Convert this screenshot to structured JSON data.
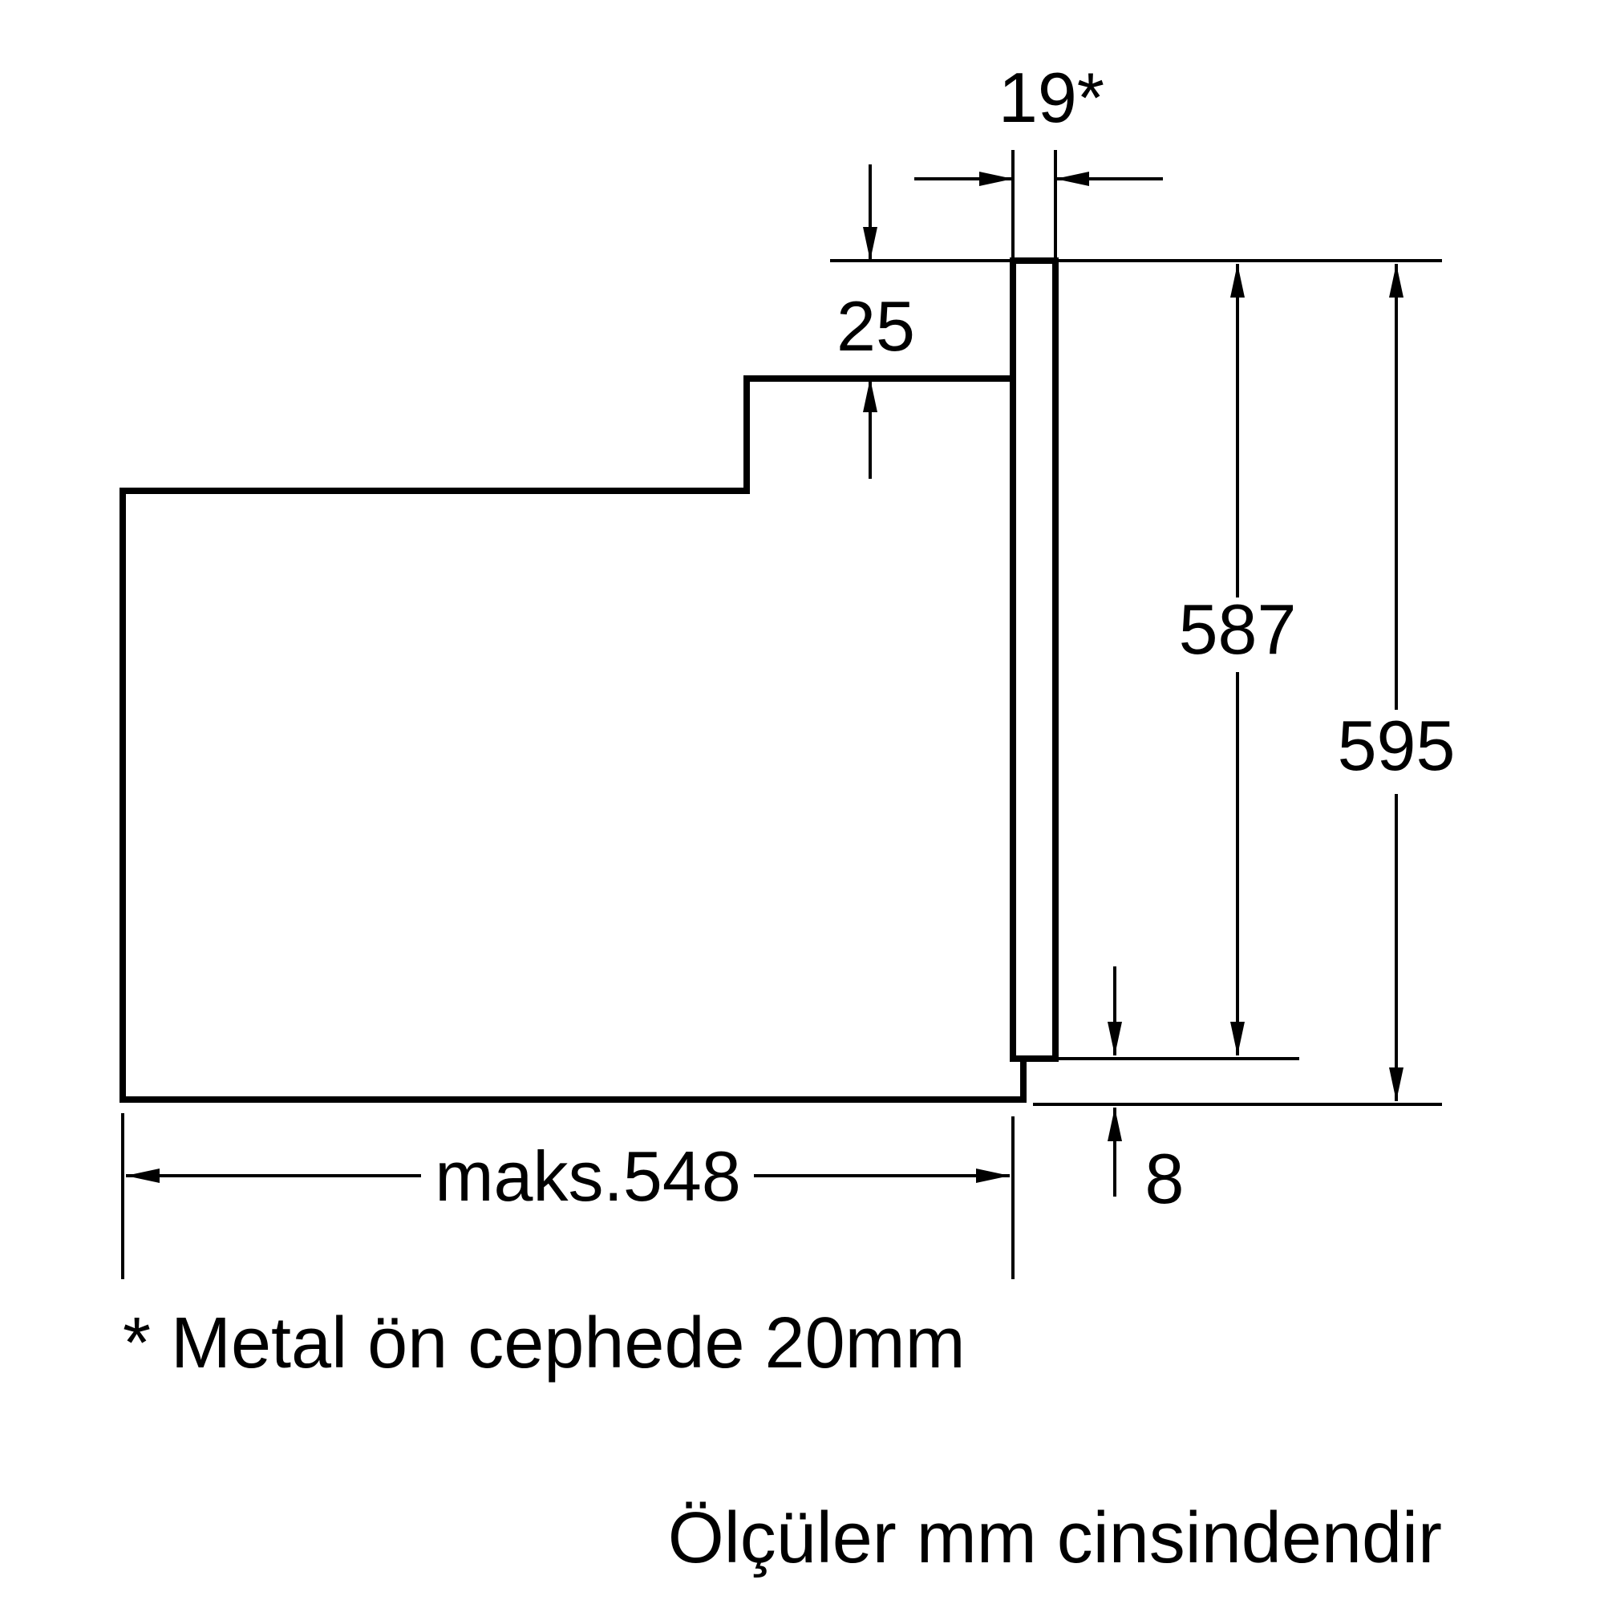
{
  "diagram": {
    "type": "appliance-installation-dimension-drawing",
    "dimensions": {
      "panel_thickness": "19*",
      "top_overhang": "25",
      "door_height": "587",
      "appliance_height": "595",
      "bottom_overhang": "8",
      "max_depth": "maks.548"
    },
    "footnote": "* Metal ön cephede 20mm",
    "units_note": "Ölçüler mm cinsindendir"
  },
  "colors": {
    "line": "#000000",
    "background": "#ffffff"
  }
}
